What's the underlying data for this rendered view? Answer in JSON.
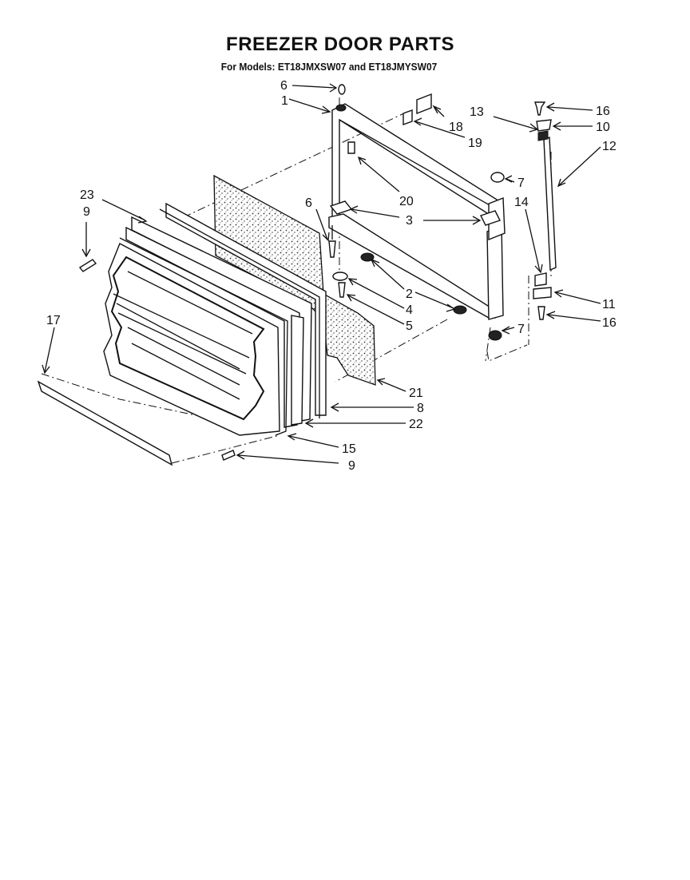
{
  "title": "FREEZER DOOR PARTS",
  "subtitle": "For Models: ET18JMXSW07 and ET18JMYSW07",
  "callouts": [
    {
      "id": "c6a",
      "label": "6"
    },
    {
      "id": "c1",
      "label": "1"
    },
    {
      "id": "c13",
      "label": "13"
    },
    {
      "id": "c16a",
      "label": "16"
    },
    {
      "id": "c18",
      "label": "18"
    },
    {
      "id": "c10",
      "label": "10"
    },
    {
      "id": "c19",
      "label": "19"
    },
    {
      "id": "c12",
      "label": "12"
    },
    {
      "id": "c7a",
      "label": "7"
    },
    {
      "id": "c20",
      "label": "20"
    },
    {
      "id": "c23",
      "label": "23"
    },
    {
      "id": "c9a",
      "label": "9"
    },
    {
      "id": "c6b",
      "label": "6"
    },
    {
      "id": "c3",
      "label": "3"
    },
    {
      "id": "c14",
      "label": "14"
    },
    {
      "id": "c2",
      "label": "2"
    },
    {
      "id": "c4",
      "label": "4"
    },
    {
      "id": "c5",
      "label": "5"
    },
    {
      "id": "c11",
      "label": "11"
    },
    {
      "id": "c16b",
      "label": "16"
    },
    {
      "id": "c7b",
      "label": "7"
    },
    {
      "id": "c17",
      "label": "17"
    },
    {
      "id": "c21",
      "label": "21"
    },
    {
      "id": "c8",
      "label": "8"
    },
    {
      "id": "c22",
      "label": "22"
    },
    {
      "id": "c15",
      "label": "15"
    },
    {
      "id": "c9b",
      "label": "9"
    }
  ]
}
